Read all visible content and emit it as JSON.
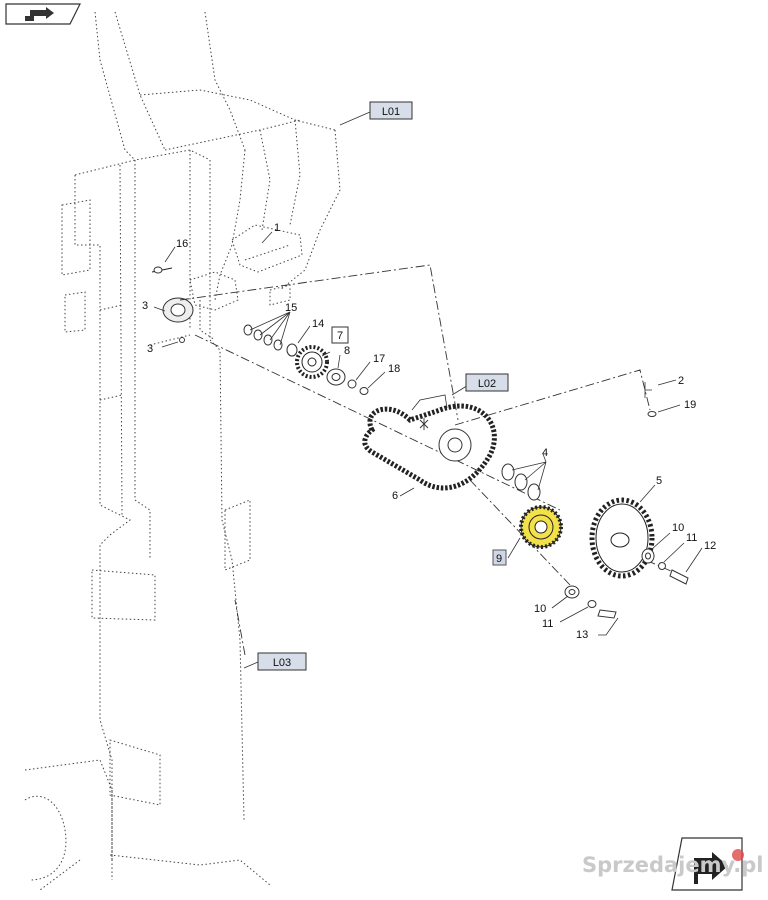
{
  "nav": {
    "back_icon": "back-arrow-icon",
    "forward_icon": "forward-arrow-icon"
  },
  "references": {
    "l01": "L01",
    "l02": "L02",
    "l03": "L03"
  },
  "callouts": {
    "c1": "1",
    "c2": "2",
    "c3a": "3",
    "c3b": "3",
    "c4": "4",
    "c5": "5",
    "c6": "6",
    "c7": "7",
    "c8": "8",
    "c9": "9",
    "c10a": "10",
    "c10b": "10",
    "c11a": "11",
    "c11b": "11",
    "c12": "12",
    "c13": "13",
    "c14": "14",
    "c15": "15",
    "c16": "16",
    "c17": "17",
    "c18": "18",
    "c19": "19"
  },
  "colors": {
    "highlight": "#f2e14a",
    "boxed_callout_fill": "#cfd6e6",
    "ref_box_fill": "#d7dde9"
  },
  "watermark": {
    "text": "Sprzedajemy.pl"
  }
}
